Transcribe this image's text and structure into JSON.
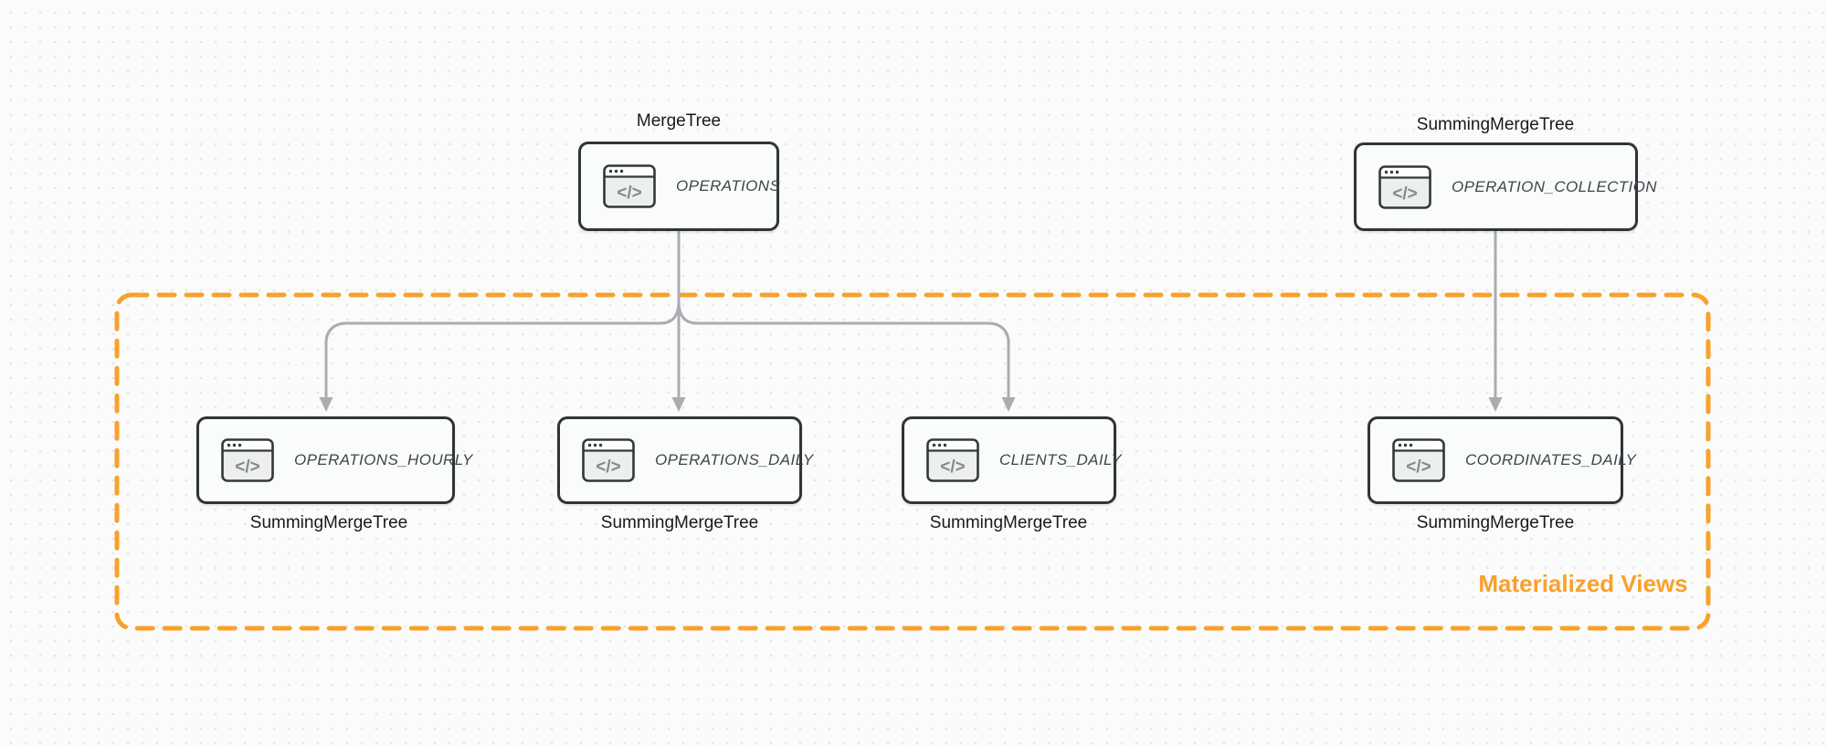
{
  "diagram": {
    "icon_glyph": "</>",
    "icons": {
      "node_icon": "code-window-icon"
    },
    "colors": {
      "accent_orange": "#F9A12B",
      "connector_gray": "#A9ACB0",
      "node_border": "#2F3437",
      "node_fill": "#FAFBFB",
      "title_text": "#41464C",
      "label_text": "#17191C"
    },
    "group": {
      "label": "Materialized Views"
    },
    "nodes": [
      {
        "id": "operations",
        "title": "OPERATIONS",
        "engine_label": "MergeTree",
        "label_position": "top"
      },
      {
        "id": "operation_collection",
        "title": "OPERATION_COLLECTION",
        "engine_label": "SummingMergeTree",
        "label_position": "top"
      },
      {
        "id": "operations_hourly",
        "title": "OPERATIONS_HOURLY",
        "engine_label": "SummingMergeTree",
        "label_position": "bottom"
      },
      {
        "id": "operations_daily",
        "title": "OPERATIONS_DAILY",
        "engine_label": "SummingMergeTree",
        "label_position": "bottom"
      },
      {
        "id": "clients_daily",
        "title": "CLIENTS_DAILY",
        "engine_label": "SummingMergeTree",
        "label_position": "bottom"
      },
      {
        "id": "coordinates_daily",
        "title": "COORDINATES_DAILY",
        "engine_label": "SummingMergeTree",
        "label_position": "bottom"
      }
    ],
    "edges": [
      {
        "from": "operations",
        "to": "operations_hourly"
      },
      {
        "from": "operations",
        "to": "operations_daily"
      },
      {
        "from": "operations",
        "to": "clients_daily"
      },
      {
        "from": "operation_collection",
        "to": "coordinates_daily"
      }
    ]
  }
}
